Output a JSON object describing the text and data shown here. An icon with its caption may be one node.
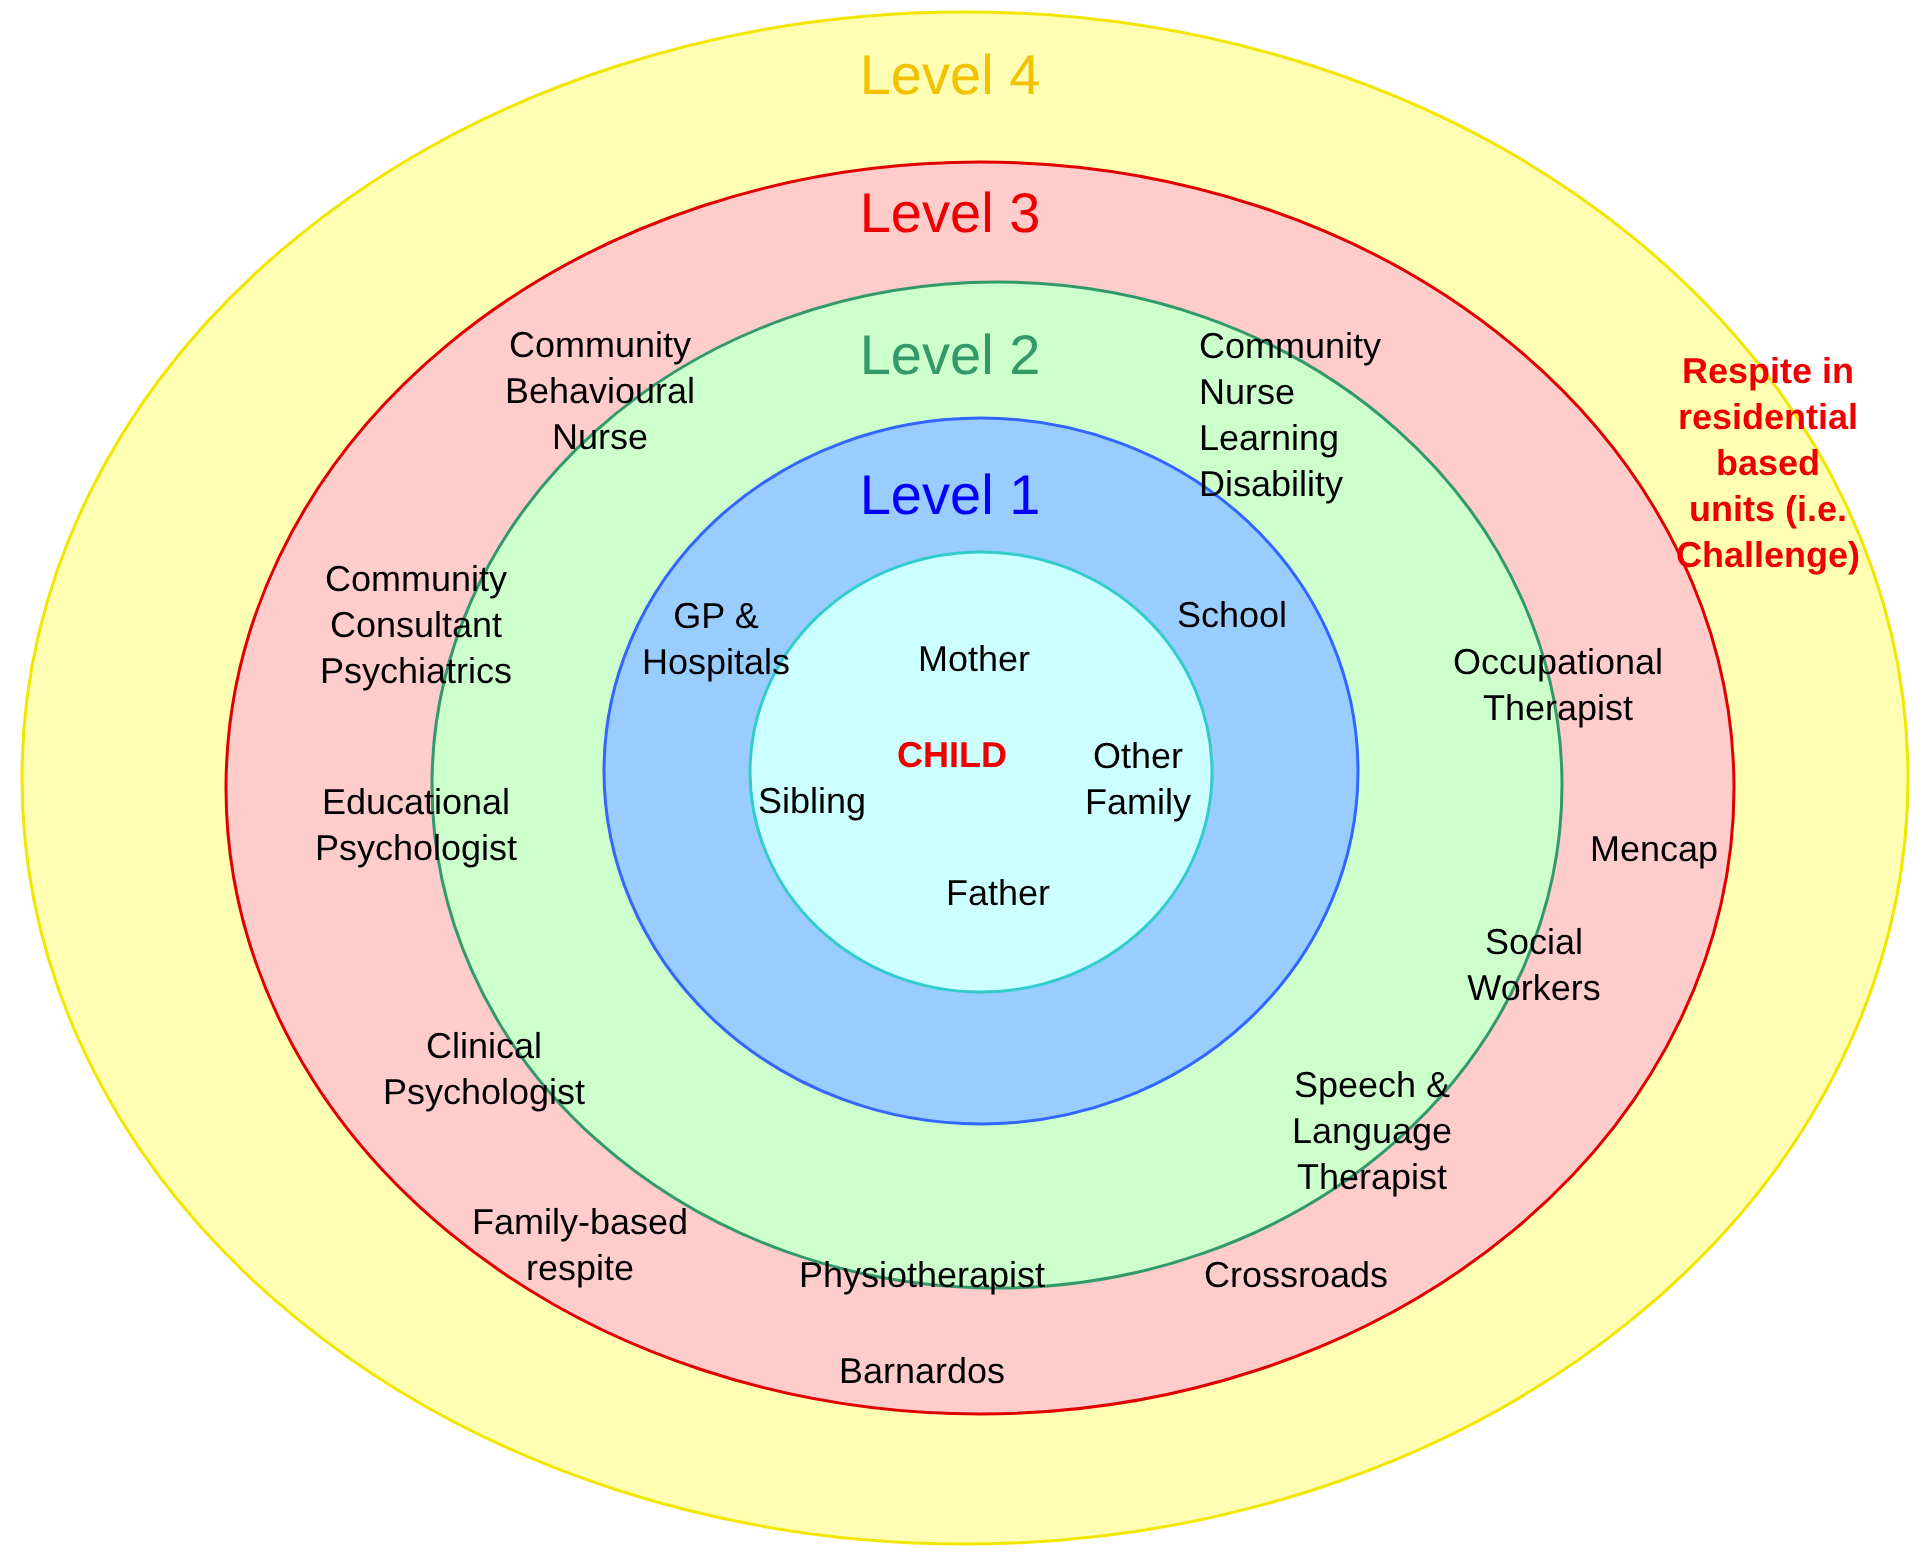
{
  "diagram": {
    "nodes": [
      {
        "text": [
          "Level 4",
          "Respite in residential based units (i.e. Challenge)"
        ]
      },
      {
        "text": [
          "Level 3",
          "Community Behavioural Nurse",
          "Community Consultant Psychiatrics",
          "Occupational Therapist",
          "Mencap",
          "Educational Psychologist",
          "Social Workers",
          "Clinical Psychologist",
          "Family-based respite",
          "Crossroads",
          "Barnardos"
        ],
        "in": 0
      },
      {
        "text": [
          "Level 2",
          "Community Nurse Learning Disability",
          "Speech & Language Therapist",
          "Physiotherapist"
        ],
        "in": 1
      },
      {
        "text": [
          "Level 1",
          "GP & Hospitals",
          "School"
        ],
        "in": 2
      },
      {
        "text": [
          "Mother",
          "CHILD",
          "Sibling",
          "Other Family",
          "Father"
        ],
        "in": 3
      }
    ]
  }
}
